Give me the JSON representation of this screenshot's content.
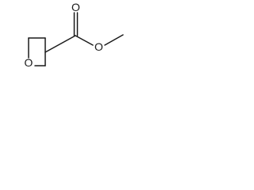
{
  "molecule": {
    "atoms": {
      "ring_oxygen": "O",
      "carbonyl_oxygen": "O",
      "ester_oxygen": "O"
    }
  }
}
